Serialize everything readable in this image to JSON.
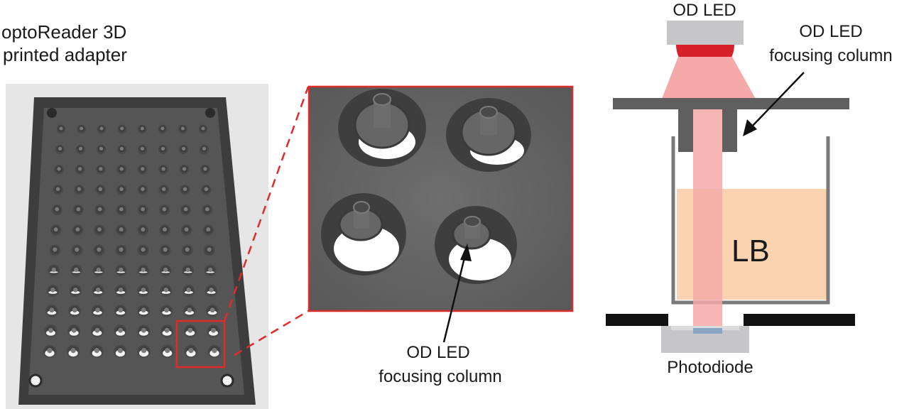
{
  "left_label": {
    "line1": "optoReader 3D",
    "line2": "printed adapter"
  },
  "zoom_label": {
    "line1": "OD LED",
    "line2": "focusing column"
  },
  "schematic": {
    "top_label": "OD LED",
    "column_label": {
      "line1": "OD LED",
      "line2": "focusing column"
    },
    "medium_label": "LB",
    "sensor_label": "Photodiode"
  },
  "colors": {
    "plate": "#4d4d4d",
    "highlight": "#e02b2b",
    "led": "#d6202a",
    "beam": "#f5a9a9",
    "medium": "#fbd3b0",
    "housing": "#5f5f5f",
    "grey_block": "#c6c6c8"
  },
  "plate_grid": {
    "rows": 12,
    "cols": 8
  }
}
